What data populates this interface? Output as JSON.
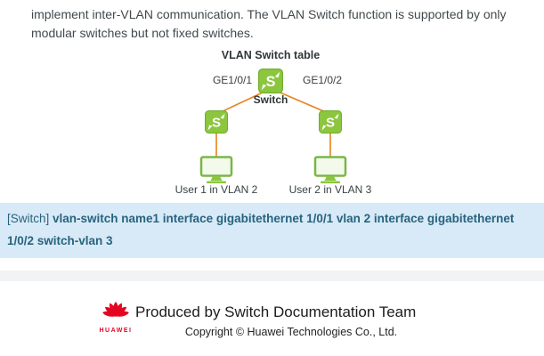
{
  "page": {
    "paragraph": "implement inter-VLAN communication. The VLAN Switch function is supported by only modular switches but not fixed switches."
  },
  "diagram": {
    "title": "VLAN Switch table",
    "port_left": "GE1/0/1",
    "port_right": "GE1/0/2",
    "switch_label": "Switch",
    "user_left": "User 1 in VLAN 2",
    "user_right": "User 2 in VLAN 3"
  },
  "code": {
    "prompt": "[Switch] ",
    "command": "vlan-switch name1 interface gigabitethernet 1/0/1 vlan 2 interface gigabitethernet 1/0/2 switch-vlan 3"
  },
  "footer": {
    "brand": "HUAWEI",
    "produced_by": "Produced by Switch Documentation Team",
    "copyright": "Copyright © Huawei Technologies Co., Ltd."
  },
  "colors": {
    "switch_green": "#8cc63e",
    "line_orange": "#e8821e",
    "code_background": "#d8eaf7",
    "code_text": "#27637e",
    "huawei_red": "#e40521",
    "body_text": "#41494d"
  }
}
